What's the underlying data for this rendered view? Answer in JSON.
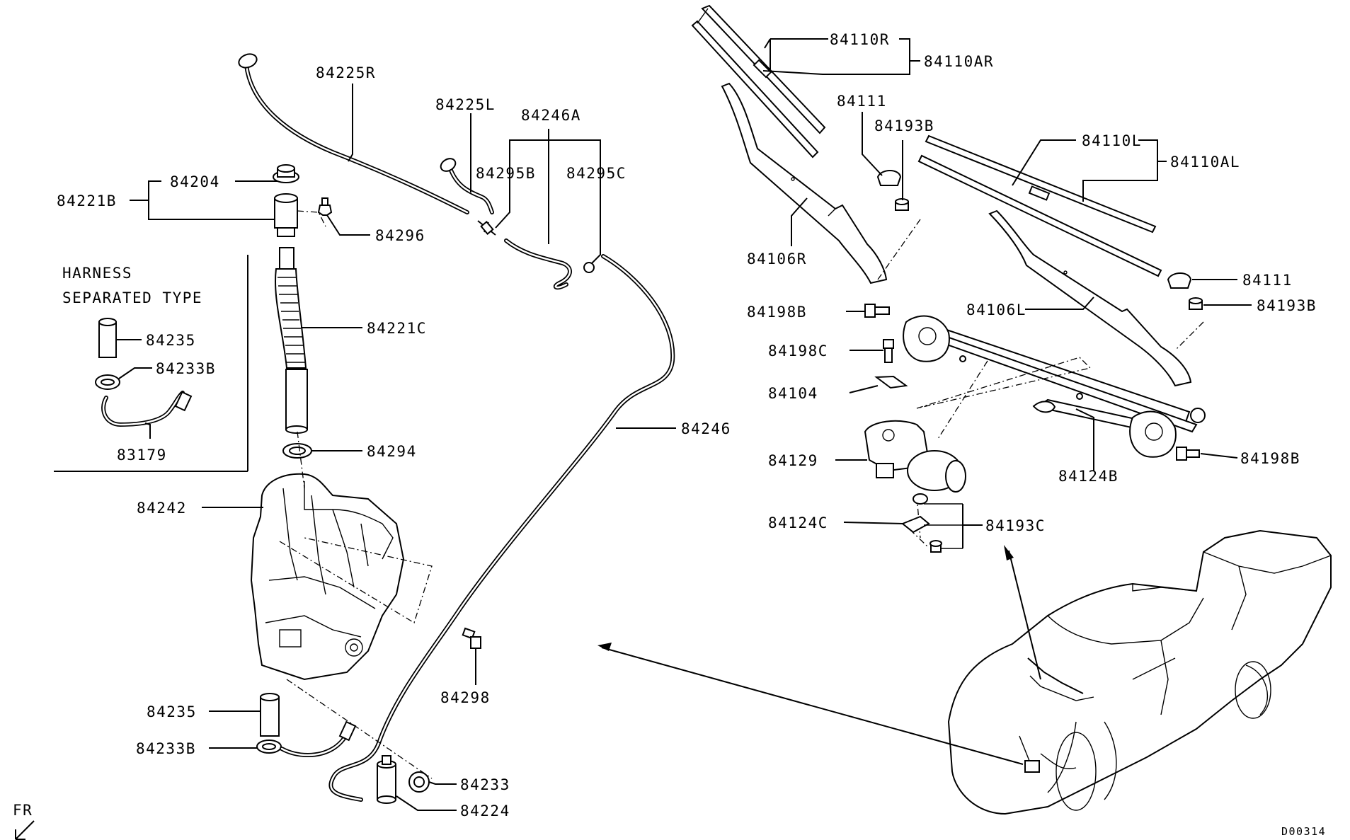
{
  "diagram": {
    "part_numbers": {
      "p84225R": "84225R",
      "p84225L": "84225L",
      "p84246A": "84246A",
      "p84295B": "84295B",
      "p84295C": "84295C",
      "p84204": "84204",
      "p84221B": "84221B",
      "p84296": "84296",
      "p84221C": "84221C",
      "p84235_a": "84235",
      "p84233B_a": "84233B",
      "p83179": "83179",
      "p84294": "84294",
      "p84242": "84242",
      "p84246": "84246",
      "p84298": "84298",
      "p84235_b": "84235",
      "p84233B_b": "84233B",
      "p84233": "84233",
      "p84224": "84224",
      "p84110R": "84110R",
      "p84110AR": "84110AR",
      "p84111_a": "84111",
      "p84193B_a": "84193B",
      "p84110L": "84110L",
      "p84110AL": "84110AL",
      "p84106R": "84106R",
      "p84111_b": "84111",
      "p84198B_a": "84198B",
      "p84106L": "84106L",
      "p84193B_b": "84193B",
      "p84198C": "84198C",
      "p84104": "84104",
      "p84129": "84129",
      "p84124B": "84124B",
      "p84198B_b": "84198B",
      "p84124C": "84124C",
      "p84193C": "84193C"
    },
    "inset_title_line1": "HARNESS",
    "inset_title_line2": "SEPARATED TYPE",
    "front_marker": "FR",
    "diagram_code": "D00314"
  }
}
